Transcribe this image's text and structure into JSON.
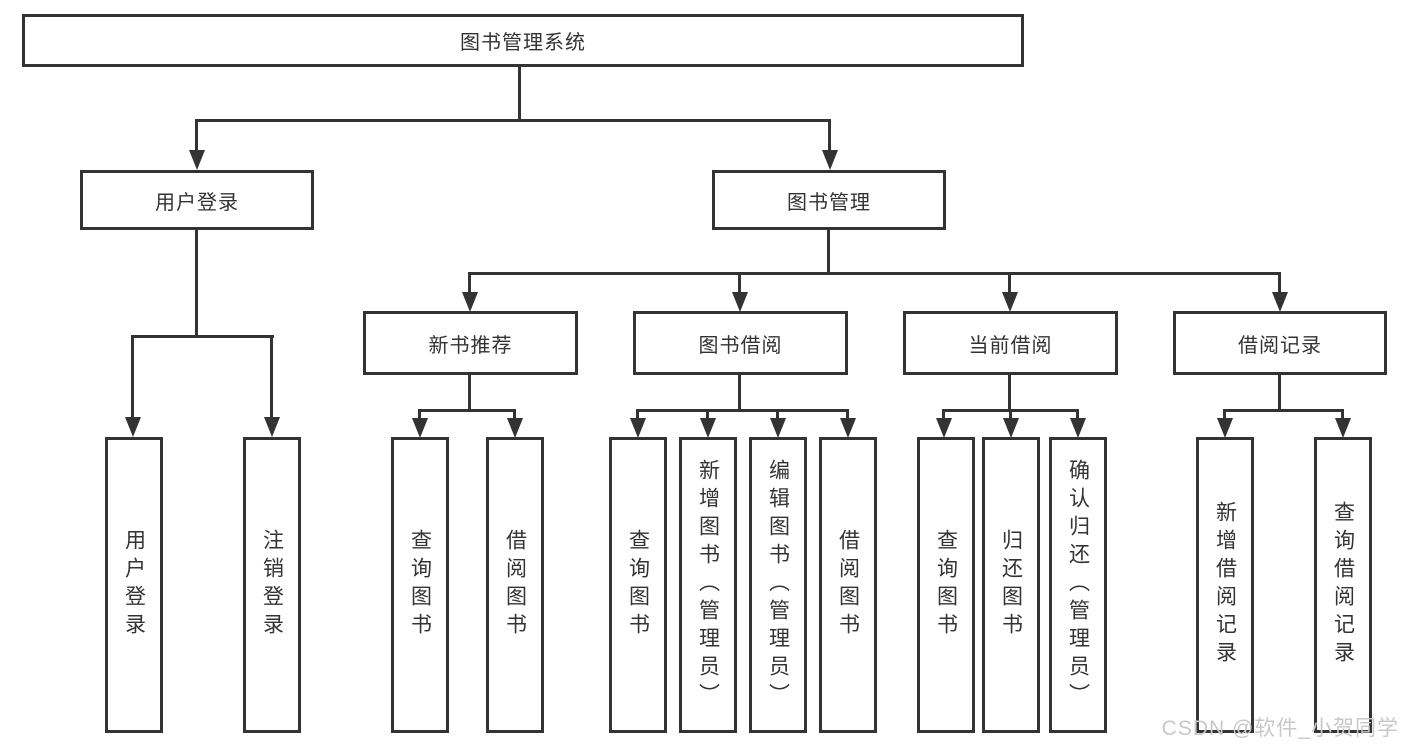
{
  "diagram_title": "图书管理系统",
  "nodes": {
    "root": {
      "label": "图书管理系统"
    },
    "level2": [
      {
        "label": "用户登录"
      },
      {
        "label": "图书管理"
      }
    ],
    "level3": [
      {
        "label": "新书推荐"
      },
      {
        "label": "图书借阅"
      },
      {
        "label": "当前借阅"
      },
      {
        "label": "借阅记录"
      }
    ],
    "leaves": {
      "login": [
        {
          "label": "用户登录"
        },
        {
          "label": "注销登录"
        }
      ],
      "recommend": [
        {
          "label": "查询图书"
        },
        {
          "label": "借阅图书"
        }
      ],
      "borrow": [
        {
          "label": "查询图书"
        },
        {
          "label": "新增图书（管理员）"
        },
        {
          "label": "编辑图书（管理员）"
        },
        {
          "label": "借阅图书"
        }
      ],
      "current": [
        {
          "label": "查询图书"
        },
        {
          "label": "归还图书"
        },
        {
          "label": "确认归还（管理员）"
        }
      ],
      "records": [
        {
          "label": "新增借阅记录"
        },
        {
          "label": "查询借阅记录"
        }
      ]
    }
  },
  "watermark": {
    "text": "CSDN @软件_小贺同学"
  },
  "colors": {
    "line": "#333333",
    "text": "#333333",
    "background": "#ffffff",
    "watermark": "#c8c8c8"
  }
}
